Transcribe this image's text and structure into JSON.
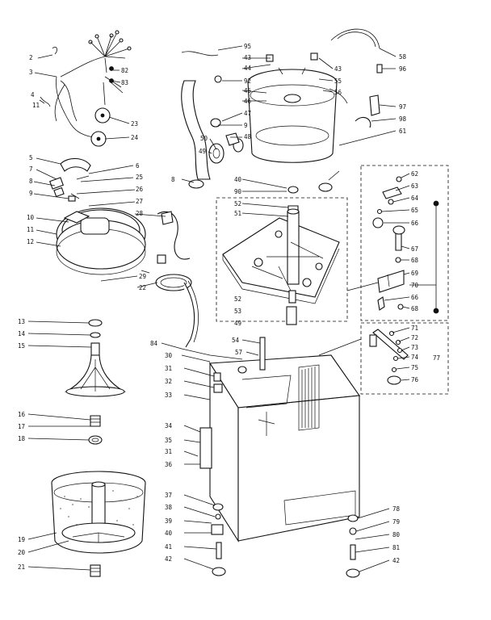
{
  "diagram": {
    "labels": {
      "c2": "2",
      "c3": "3",
      "c4": "4",
      "c11": "11",
      "c82": "82",
      "c83": "83",
      "c23": "23",
      "c24": "24",
      "c5": "5",
      "c6": "6",
      "c7": "7",
      "c25": "25",
      "c8": "8",
      "c26": "26",
      "c27": "27",
      "c28": "28",
      "c9": "9",
      "c10": "10",
      "c11b": "11",
      "c12": "12",
      "c29": "29",
      "c22": "22",
      "c95": "95",
      "c43a": "43",
      "c44": "44",
      "c92": "92",
      "c45": "45",
      "c46": "46",
      "c47": "47",
      "c9b": "9",
      "c48": "48",
      "c50": "50",
      "c49": "49",
      "c8b": "8",
      "c43b": "43",
      "c55": "55",
      "c56": "56",
      "c58": "58",
      "c96": "96",
      "c97": "97",
      "c98": "98",
      "c61": "61",
      "c40a": "40",
      "c90": "90",
      "c52a": "52",
      "c51": "51",
      "c52b": "52",
      "c53": "53",
      "c49b": "49",
      "c62": "62",
      "c63": "63",
      "c64": "64",
      "c65": "65",
      "c66a": "66",
      "c67": "67",
      "c68a": "68",
      "c69": "69",
      "c70": "70",
      "c66b": "66",
      "c68b": "68",
      "c71": "71",
      "c72": "72",
      "c73": "73",
      "c74": "74",
      "c75": "75",
      "c76": "76",
      "c77": "77",
      "c13": "13",
      "c14": "14",
      "c15": "15",
      "c16": "16",
      "c17": "17",
      "c18": "18",
      "c19": "19",
      "c20": "20",
      "c21": "21",
      "c84": "84",
      "c30": "30",
      "c31a": "31",
      "c32": "32",
      "c33": "33",
      "c54": "54",
      "c57": "57",
      "c34": "34",
      "c35": "35",
      "c31b": "31",
      "c36": "36",
      "c37": "37",
      "c38": "38",
      "c39": "39",
      "c40b": "40",
      "c41a": "41",
      "c42a": "42",
      "c78": "78",
      "c79": "79",
      "c80": "80",
      "c81": "81",
      "c42b": "42"
    }
  }
}
